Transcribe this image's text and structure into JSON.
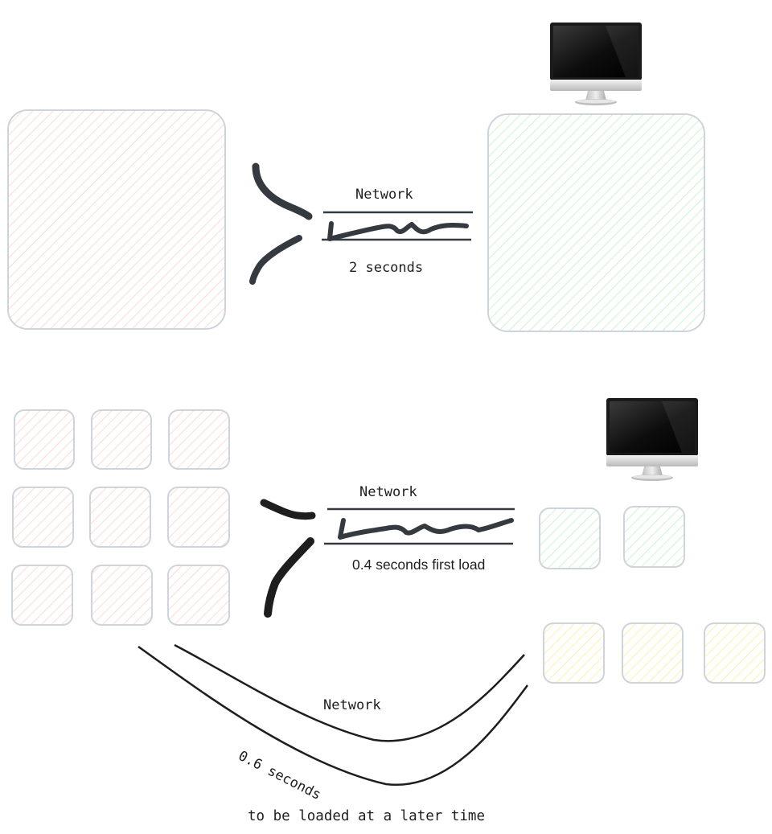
{
  "colors": {
    "server_fill": "#ffc9c9",
    "client_fill": "#b2f2bb",
    "deferred_fill": "#ffec99",
    "box_stroke": "#ced4da",
    "ink": "#1e1e1e",
    "brush": "#343a40"
  },
  "top_section": {
    "network_label": "Network",
    "time_label": "2 seconds",
    "monitor_icon": "desktop-monitor-icon"
  },
  "bottom_section": {
    "network_label": "Network",
    "first_load_label": "0.4 seconds first load",
    "monitor_icon": "desktop-monitor-icon",
    "deferred": {
      "network_label": "Network",
      "time_label": "0.6 seconds",
      "caption": "to be loaded at a later time"
    }
  }
}
